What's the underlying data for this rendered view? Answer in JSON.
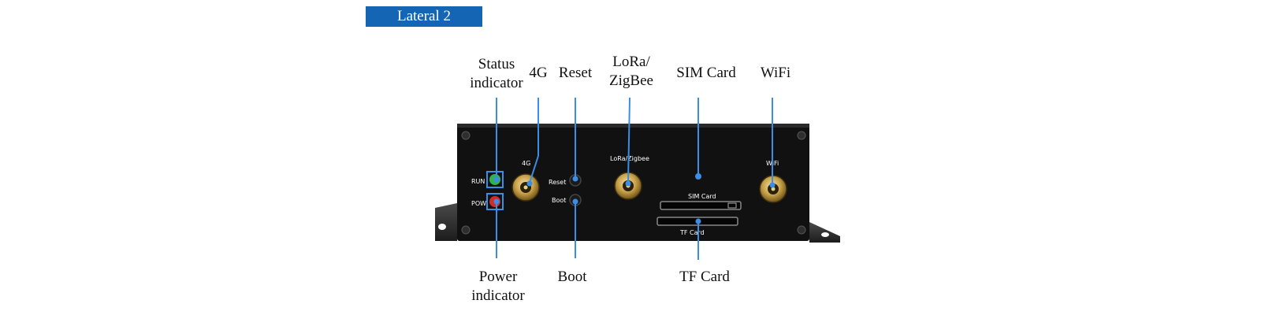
{
  "header": {
    "tag": "Lateral 2"
  },
  "callouts": {
    "status_indicator": {
      "line1": "Status",
      "line2": "indicator"
    },
    "g4": "4G",
    "reset": "Reset",
    "lora": {
      "line1": "LoRa/",
      "line2": "ZigBee"
    },
    "sim_card": "SIM Card",
    "wifi": "WiFi",
    "power_indicator": {
      "line1": "Power",
      "line2": "indicator"
    },
    "boot": "Boot",
    "tf_card": "TF Card"
  },
  "panel_labels": {
    "run": "RUN",
    "pow": "POW",
    "g4": "4G",
    "reset": "Reset",
    "boot": "Boot",
    "lora": "LoRa/Zigbee",
    "sim": "SIM Card",
    "tf": "TF Card",
    "wifi": "WiFi"
  },
  "colors": {
    "accent": "#1565b5",
    "leader_line": "#3a8ee6",
    "run_led": "#2fb34a",
    "pow_led": "#d42a2a",
    "device_body": "#111111"
  }
}
